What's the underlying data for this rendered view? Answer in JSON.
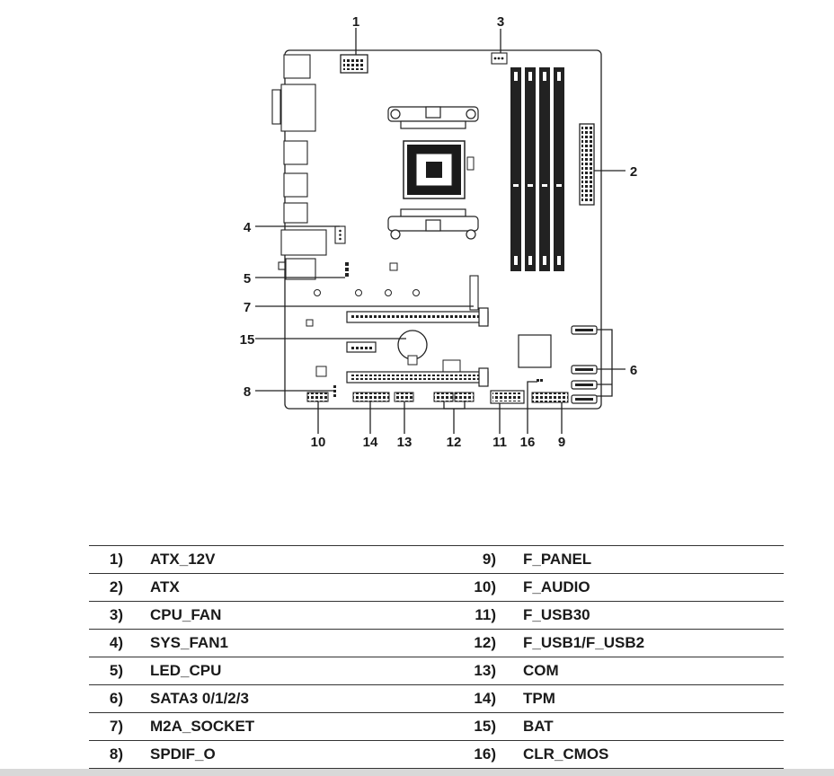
{
  "diagram": {
    "callouts": [
      "1",
      "2",
      "3",
      "4",
      "5",
      "6",
      "7",
      "8",
      "9",
      "10",
      "11",
      "12",
      "13",
      "14",
      "15",
      "16"
    ]
  },
  "legend": {
    "rows": [
      {
        "num_l": "1)",
        "name_l": "ATX_12V",
        "num_r": "9)",
        "name_r": "F_PANEL"
      },
      {
        "num_l": "2)",
        "name_l": "ATX",
        "num_r": "10)",
        "name_r": "F_AUDIO"
      },
      {
        "num_l": "3)",
        "name_l": "CPU_FAN",
        "num_r": "11)",
        "name_r": "F_USB30"
      },
      {
        "num_l": "4)",
        "name_l": "SYS_FAN1",
        "num_r": "12)",
        "name_r": "F_USB1/F_USB2"
      },
      {
        "num_l": "5)",
        "name_l": "LED_CPU",
        "num_r": "13)",
        "name_r": "COM"
      },
      {
        "num_l": "6)",
        "name_l": "SATA3 0/1/2/3",
        "num_r": "14)",
        "name_r": "TPM"
      },
      {
        "num_l": "7)",
        "name_l": "M2A_SOCKET",
        "num_r": "15)",
        "name_r": "BAT"
      },
      {
        "num_l": "8)",
        "name_l": "SPDIF_O",
        "num_r": "16)",
        "name_r": "CLR_CMOS"
      }
    ]
  }
}
